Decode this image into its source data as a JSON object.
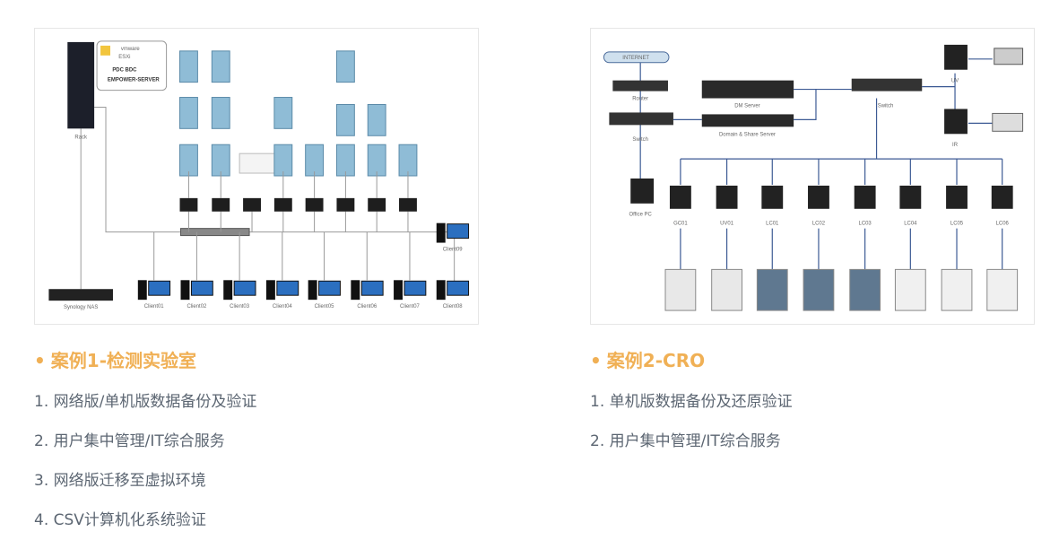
{
  "colors": {
    "accent": "#f0b055",
    "text": "#5c6672",
    "link_line_case2": "#3c5a94",
    "link_line_case1": "#999999"
  },
  "case1": {
    "title": "案例1-检测实验室",
    "bullet": "•",
    "items": [
      "1.  网络版/单机版数据备份及验证",
      "2. 用户集中管理/IT综合服务",
      "3.  网络版迁移至虚拟环境",
      "4.  CSV计算机化系统验证"
    ],
    "diagram": {
      "rack_label": "Rack",
      "esxi_brand": "vmware",
      "esxi_product": "ESXi",
      "esxi_line1": "PDC   BDC",
      "esxi_line2": "EMPOWER-SERVER",
      "nas_label": "Synology NAS",
      "clients": [
        "Client01",
        "Client02",
        "Client03",
        "Client04",
        "Client05",
        "Client06",
        "Client07",
        "Client08"
      ],
      "client_extra": "Client09"
    }
  },
  "case2": {
    "title": "案例2-CRO",
    "bullet": "•",
    "items": [
      "1.  单机版数据备份及还原验证",
      "2. 用户集中管理/IT综合服务"
    ],
    "diagram": {
      "internet": "INTERNET",
      "router": "Router",
      "switch_left": "Switch",
      "dm_server": "DM Server",
      "domain_server": "Domain & Share Server",
      "switch_right": "Switch",
      "uv": "UV",
      "ir": "IR",
      "office_pc": "Office PC",
      "workstations": [
        "GC01",
        "UV01",
        "LC01",
        "LC02",
        "LC03",
        "LC04",
        "LC05",
        "LC06"
      ]
    }
  }
}
